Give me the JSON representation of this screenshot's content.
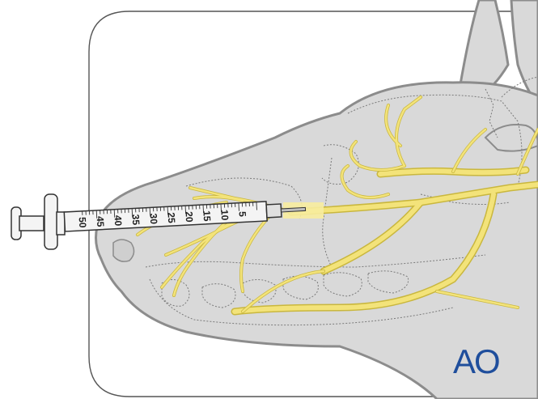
{
  "figure": {
    "colors": {
      "background": "#ffffff",
      "head_fill": "#d9d9d9",
      "head_outline": "#8c8c8c",
      "frame_outline": "#555555",
      "nerve_fill": "#f3e37a",
      "nerve_outline": "#c9b73e",
      "bone_dotted": "#7a7a7a",
      "syringe_barrel": "#f4f4f4",
      "syringe_outline": "#333333",
      "logo": "#1f4e9c"
    },
    "syringe": {
      "scale_labels": [
        "5",
        "10",
        "15",
        "20",
        "25",
        "30",
        "35",
        "40",
        "45",
        "50"
      ]
    },
    "logo_text": "AO"
  }
}
